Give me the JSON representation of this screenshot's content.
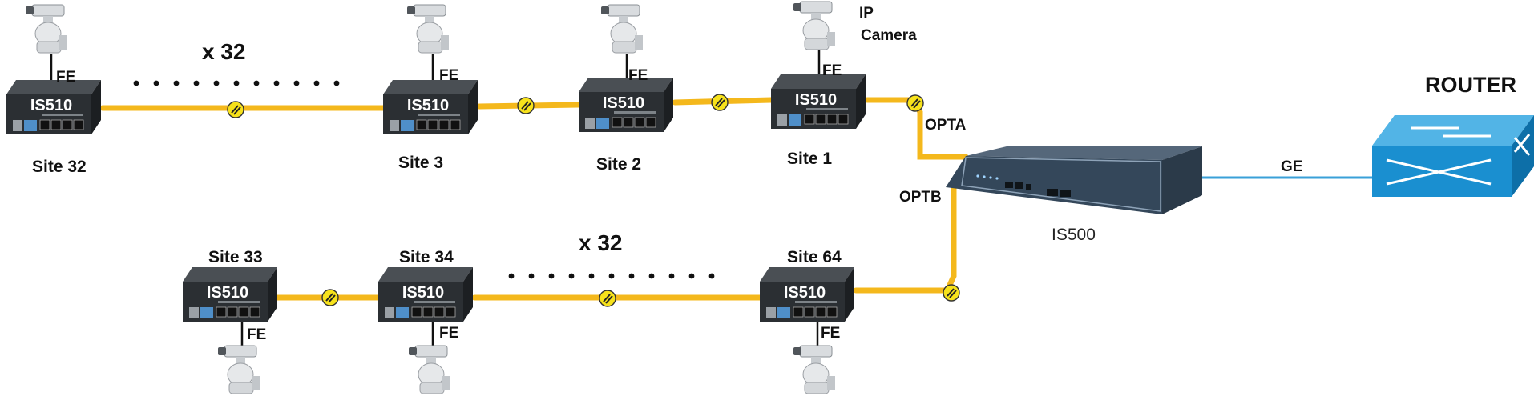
{
  "colors": {
    "fiber": "#f4b81c",
    "ethernet": "#3aa0d8",
    "switch_body": "#2e3236",
    "router": "#1a8fd0",
    "is500_body": "#3f5264"
  },
  "devices": {
    "switch_model": "IS510",
    "head_end": "IS500",
    "router_title": "ROUTER"
  },
  "sites": {
    "site32": "Site 32",
    "site3": "Site 3",
    "site2": "Site 2",
    "site1": "Site 1",
    "site33": "Site 33",
    "site34": "Site 34",
    "site64": "Site 64"
  },
  "links": {
    "fe": "FE",
    "ge": "GE",
    "opta": "OPTA",
    "optb": "OPTB"
  },
  "camera": {
    "label_line1": "IP",
    "label_line2": "Camera"
  },
  "counts": {
    "top_multiplier": "x 32",
    "bottom_multiplier": "x 32"
  },
  "icons": [
    "ip-camera-icon",
    "fiber-coupler-icon",
    "switch-icon",
    "router-icon"
  ]
}
